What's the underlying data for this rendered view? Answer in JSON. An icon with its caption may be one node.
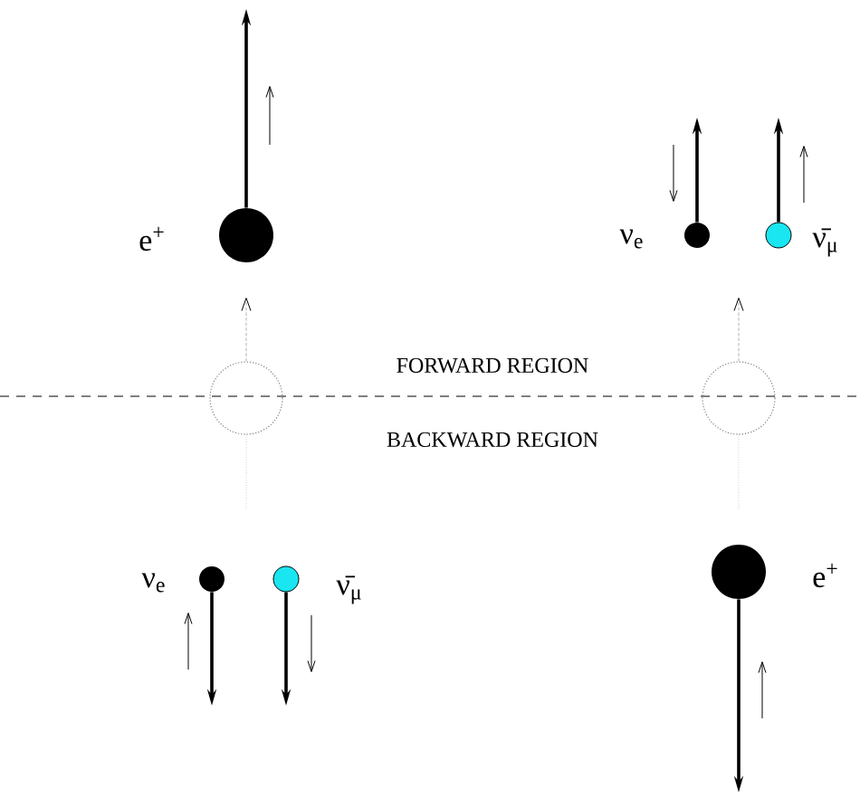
{
  "diagram": {
    "nodes": [
      {
        "text": [],
        "shape": "circle",
        "beside": [
          "e$^{+}$"
        ]
      },
      {
        "text": [],
        "shape": "circle",
        "beside": [
          "ν$_{e}$"
        ]
      },
      {
        "text": [],
        "shape": "circle",
        "beside": [
          "ν̄$_{μ}$"
        ]
      },
      {
        "text": [],
        "shape": "circle"
      },
      {
        "text": [],
        "shape": "circle"
      },
      {
        "text": [],
        "shape": "circle",
        "beside": [
          "ν$_{e}$"
        ]
      },
      {
        "text": [],
        "shape": "circle",
        "beside": [
          "ν̄$_{μ}$"
        ]
      },
      {
        "text": [],
        "shape": "circle",
        "beside": [
          "e$^{+}$"
        ]
      }
    ],
    "edges": [
      {
        "from": 3,
        "to": null,
        "arrow": "to",
        "style": "dashed",
        "color": "#b2b2b2"
      },
      {
        "from": 4,
        "to": null,
        "arrow": "to",
        "style": "dashed",
        "color": "#b2b2b2"
      },
      {
        "from": 0,
        "to": null,
        "arrow": "to"
      },
      {
        "from": 1,
        "to": null,
        "arrow": "to"
      },
      {
        "from": 2,
        "to": null,
        "arrow": "to"
      },
      {
        "from": 5,
        "to": null,
        "arrow": "to"
      },
      {
        "from": 6,
        "to": null,
        "arrow": "to"
      },
      {
        "from": 7,
        "to": null,
        "arrow": "to"
      }
    ],
    "labels": [
      "FORWARD REGION",
      "BACKWARD REGION"
    ]
  }
}
